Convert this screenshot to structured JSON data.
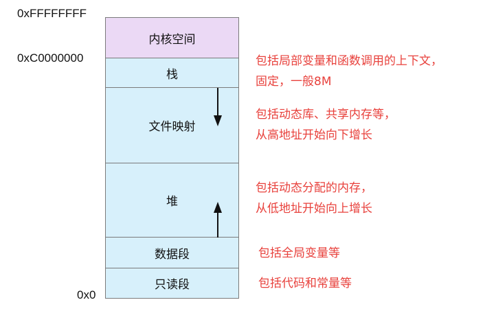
{
  "addresses": {
    "top": "0xFFFFFFFF",
    "kernel_boundary": "0xC0000000",
    "bottom": "0x0"
  },
  "segments": {
    "kernel_space": "内核空间",
    "stack": "栈",
    "mmap": "文件映射",
    "heap": "堆",
    "data": "数据段",
    "readonly": "只读段"
  },
  "notes": {
    "stack_line1": "包括局部变量和函数调用的上下文，",
    "stack_line2": "固定，一般8M",
    "mmap_line1": "包括动态库、共享内存等，",
    "mmap_line2": "从高地址开始向下增长",
    "heap_line1": "包括动态分配的内存，",
    "heap_line2": "从低地址开始向上增长",
    "data_line1": "包括全局变量等",
    "readonly_line1": "包括代码和常量等"
  },
  "colors": {
    "kernel_fill": "#ebd9f5",
    "user_fill": "#d7f0fb",
    "note_text": "#e8413c",
    "border": "#7a7a7a"
  },
  "icons": {
    "mmap_arrow": "arrow-down",
    "heap_arrow": "arrow-up"
  }
}
